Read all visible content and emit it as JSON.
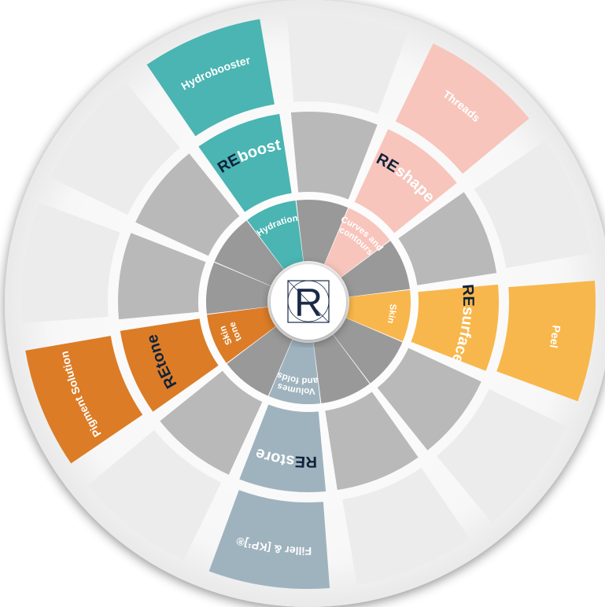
{
  "center_logo": {
    "letter": "R"
  },
  "sectors": [
    {
      "id": "reboost",
      "color": "#4ab5b2",
      "title_prefix": "RE",
      "title_suffix": "boost",
      "prefix_color": "#10223b",
      "suffix_color": "#ffffff",
      "inner_label": [
        "Hydration"
      ],
      "outer_label": "Hydrobooster"
    },
    {
      "id": "reshape",
      "color": "#f7c5bc",
      "title_prefix": "RE",
      "title_suffix": "shape",
      "prefix_color": "#10223b",
      "suffix_color": "#ffffff",
      "inner_label": [
        "Curves and",
        "contours"
      ],
      "outer_label": "Threads"
    },
    {
      "id": "resurface",
      "color": "#f8b74c",
      "title_prefix": "RE",
      "title_suffix": "surface",
      "prefix_color": "#10223b",
      "suffix_color": "#ffffff",
      "inner_label": [
        "Skin"
      ],
      "outer_label": "Peel"
    },
    {
      "id": "restore",
      "color": "#9fb3be",
      "title_prefix": "RE",
      "title_suffix": "store",
      "prefix_color": "#10223b",
      "suffix_color": "#ffffff",
      "inner_label": [
        "Volumes",
        "and folds"
      ],
      "outer_label": "Filler & [KP¹]®"
    },
    {
      "id": "retone",
      "color": "#dc7c26",
      "title_prefix": "RE",
      "title_suffix": "tone",
      "prefix_color": "#10223b",
      "suffix_color": "#10223b",
      "inner_label": [
        "Skin",
        "tone"
      ],
      "outer_label": "Pigment Solution"
    }
  ],
  "placeholder_colors": {
    "inner": "#999999",
    "middle": "#b9b9b9",
    "outer": "#ececec"
  }
}
